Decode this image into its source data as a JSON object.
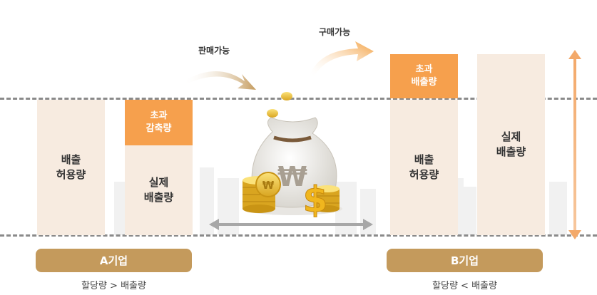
{
  "company_a": {
    "label": "A기업",
    "caption": "할당량 > 배출량",
    "allowance_label": "배출\n허용량",
    "excess_reduction_label": "초과\n감축량",
    "actual_emission_label": "실제\n배출량"
  },
  "company_b": {
    "label": "B기업",
    "caption": "할당량 < 배출량",
    "excess_emission_label": "초과\n배출량",
    "allowance_label": "배출\n허용량",
    "actual_emission_label": "실제\n배출량"
  },
  "flows": {
    "sell_label": "판매가능",
    "buy_label": "구매가능"
  },
  "colors": {
    "bar": "#f7ebe0",
    "accent_orange": "#f6a04d",
    "company_badge": "#c49a5c",
    "dashed_line": "#8a8a8a",
    "vertical_arrow": "#f3a96a"
  },
  "icons": {
    "money_bag": "money-bag-with-won-and-coins",
    "currency_symbols": [
      "₩",
      "$"
    ]
  }
}
